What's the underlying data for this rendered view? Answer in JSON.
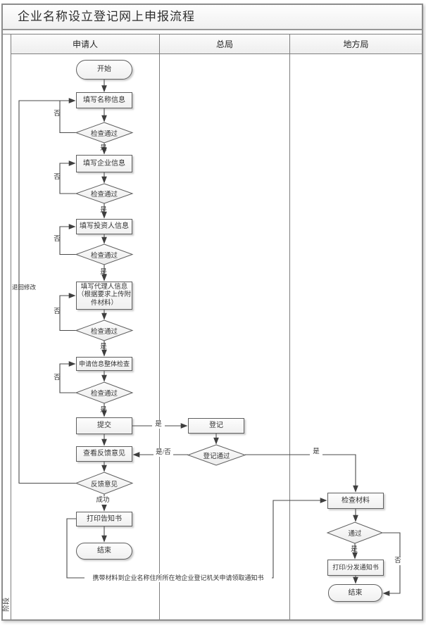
{
  "title": "企业名称设立登记网上申报流程",
  "stage_label": "阶段",
  "lanes": [
    {
      "label": "申请人"
    },
    {
      "label": "总局"
    },
    {
      "label": "地方局"
    }
  ],
  "nodes": {
    "start": "开始",
    "fill_name": "填写名称信息",
    "check_pass_1": "检查通过",
    "fill_company": "填写企业信息",
    "check_pass_2": "检查通过",
    "fill_investor": "填写投资人信息",
    "check_pass_3": "检查通过",
    "fill_agent_line1": "填写代理人信息",
    "fill_agent_line2": "（根据要求上传附",
    "fill_agent_line3": "件材料）",
    "check_pass_4": "检查通过",
    "overall_check": "申请信息整体检查",
    "check_pass_5": "检查通过",
    "submit": "提交",
    "view_feedback": "查看反馈意见",
    "feedback_decision": "反馈意见",
    "print_notice": "打印告知书",
    "end_applicant": "结束",
    "register": "登记",
    "register_pass": "登记通过",
    "check_materials": "检查材料",
    "pass_decision": "通过",
    "print_distribute": "打印/分发通知书",
    "end_local": "结束"
  },
  "labels": {
    "yes": "是",
    "no": "否",
    "yes_no": "是/否",
    "success": "成功",
    "return_modify": "退回修改",
    "carry_note": "携带材料到企业名称住所所在地企业登记机关申请领取通知书"
  }
}
